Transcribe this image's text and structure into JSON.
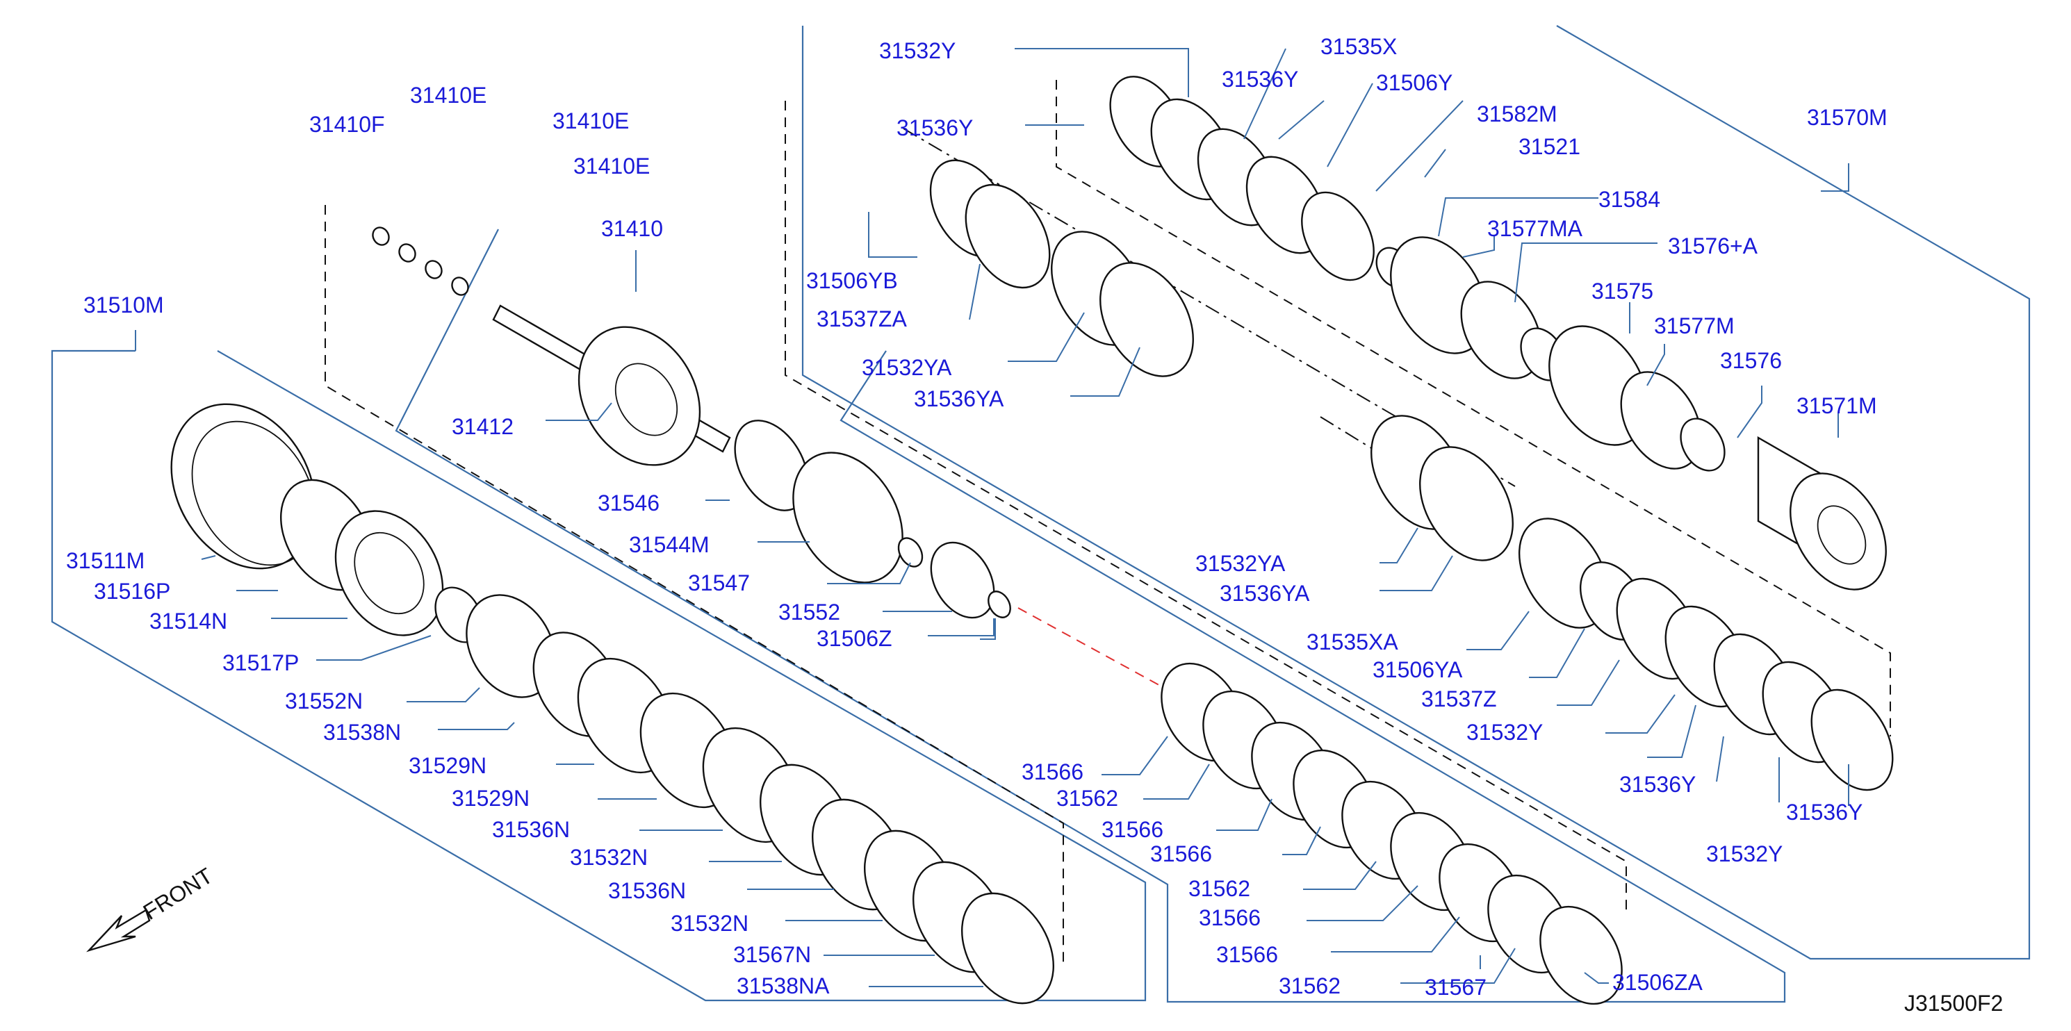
{
  "diagram_code": "J31500F2",
  "front_label": "FRONT",
  "assemblies": {
    "a1": "31510M",
    "a2": "31410",
    "a3": "31570M"
  },
  "labels": [
    "31532Y",
    "31535X",
    "31536Y",
    "31506Y",
    "31582M",
    "31570M",
    "31536Y",
    "31521",
    "31410F",
    "31410E",
    "31410E",
    "31410E",
    "31410",
    "31584",
    "31577MA",
    "31576+A",
    "31506YB",
    "31537ZA",
    "31575",
    "31577M",
    "31532YA",
    "31536YA",
    "31576",
    "31571M",
    "31510M",
    "31412",
    "31546",
    "31544M",
    "31547",
    "31552",
    "31506Z",
    "31511M",
    "31516P",
    "31514N",
    "31517P",
    "31552N",
    "31538N",
    "31529N",
    "31529N",
    "31536N",
    "31532N",
    "31536N",
    "31532N",
    "31567N",
    "31538NA",
    "31532YA",
    "31536YA",
    "31535XA",
    "31506YA",
    "31537Z",
    "31532Y",
    "31536Y",
    "31536Y",
    "31532Y",
    "31566",
    "31562",
    "31566",
    "31566",
    "31562",
    "31566",
    "31566",
    "31562",
    "31567",
    "31506ZA"
  ]
}
